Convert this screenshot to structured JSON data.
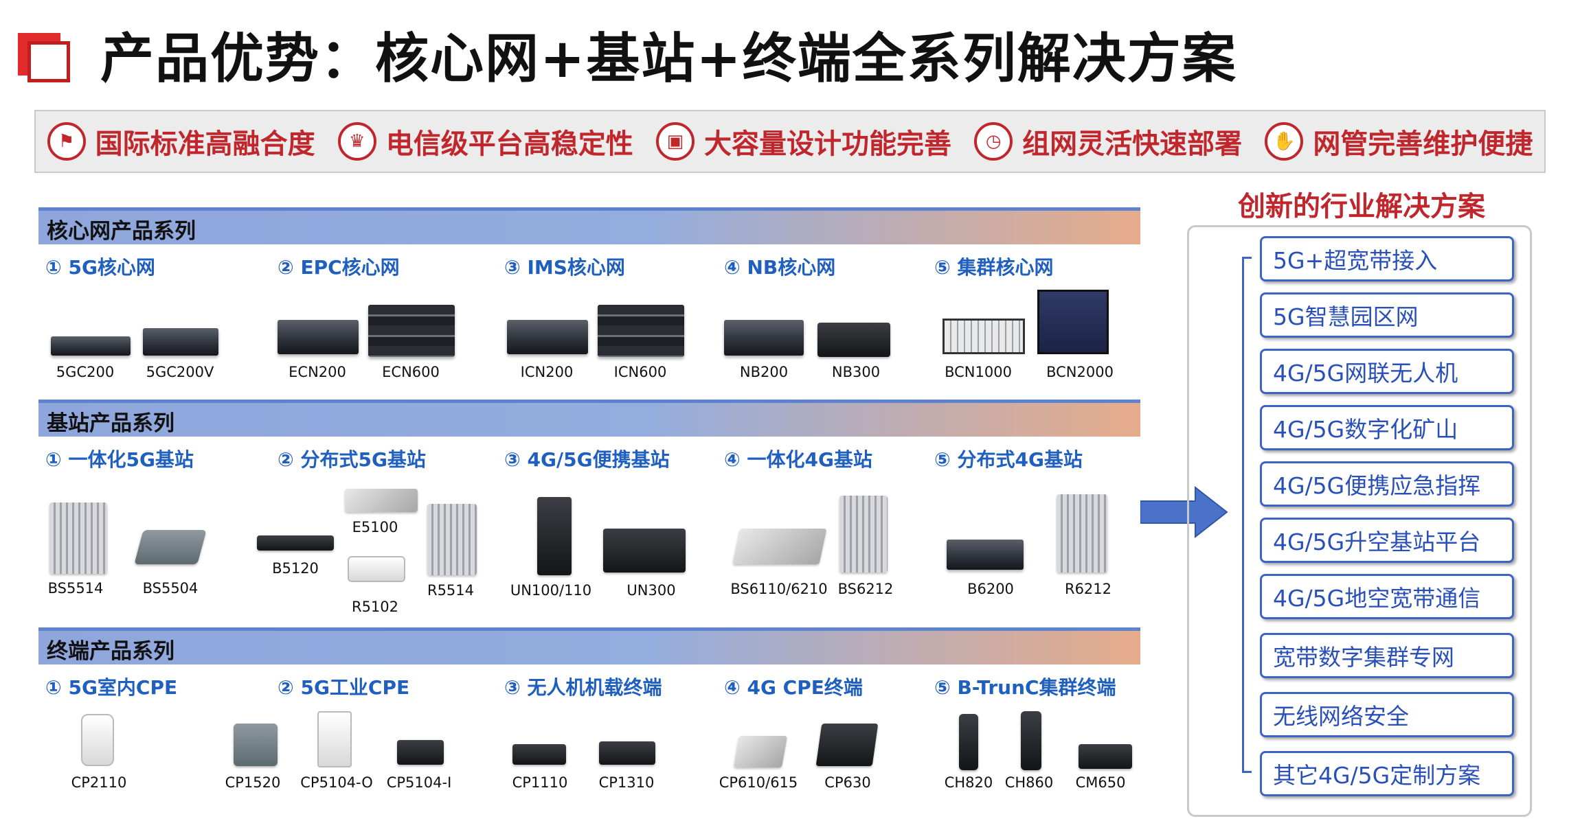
{
  "title": "产品优势：核心网+基站+终端全系列解决方案",
  "advantages": [
    {
      "icon": "flag-icon",
      "label": "国际标准高融合度"
    },
    {
      "icon": "trophy-icon",
      "label": "电信级平台高稳定性"
    },
    {
      "icon": "briefcase-icon",
      "label": "大容量设计功能完善"
    },
    {
      "icon": "stopwatch-icon",
      "label": "组网灵活快速部署"
    },
    {
      "icon": "thumbs-up-icon",
      "label": "网管完善维护便捷"
    }
  ],
  "series": [
    {
      "title": "核心网产品系列",
      "groups": [
        {
          "label": "① 5G核心网",
          "products": [
            "5GC200",
            "5GC200V"
          ]
        },
        {
          "label": "② EPC核心网",
          "products": [
            "ECN200",
            "ECN600"
          ]
        },
        {
          "label": "③ IMS核心网",
          "products": [
            "ICN200",
            "ICN600"
          ]
        },
        {
          "label": "④ NB核心网",
          "products": [
            "NB200",
            "NB300"
          ]
        },
        {
          "label": "⑤ 集群核心网",
          "products": [
            "BCN1000",
            "BCN2000"
          ]
        }
      ]
    },
    {
      "title": "基站产品系列",
      "groups": [
        {
          "label": "① 一体化5G基站",
          "products": [
            "BS5514",
            "BS5504"
          ]
        },
        {
          "label": "② 分布式5G基站",
          "products": [
            "B5120",
            "E5100",
            "R5102",
            "R5514"
          ]
        },
        {
          "label": "③ 4G/5G便携基站",
          "products": [
            "UN100/110",
            "UN300"
          ]
        },
        {
          "label": "④ 一体化4G基站",
          "products": [
            "BS6110/6210",
            "BS6212"
          ]
        },
        {
          "label": "⑤ 分布式4G基站",
          "products": [
            "B6200",
            "R6212"
          ]
        }
      ]
    },
    {
      "title": "终端产品系列",
      "groups": [
        {
          "label": "① 5G室内CPE",
          "products": [
            "CP2110"
          ]
        },
        {
          "label": "② 5G工业CPE",
          "products": [
            "CP1520",
            "CP5104-O",
            "CP5104-I"
          ]
        },
        {
          "label": "③ 无人机机载终端",
          "products": [
            "CP1110",
            "CP1310"
          ]
        },
        {
          "label": "④ 4G CPE终端",
          "products": [
            "CP610/615",
            "CP630"
          ]
        },
        {
          "label": "⑤ B-TrunC集群终端",
          "products": [
            "CH820",
            "CH860",
            "CM650"
          ]
        }
      ]
    }
  ],
  "solutions": {
    "title": "创新的行业解决方案",
    "items": [
      "5G+超宽带接入",
      "5G智慧园区网",
      "4G/5G网联无人机",
      "4G/5G数字化矿山",
      "4G/5G便携应急指挥",
      "4G/5G升空基站平台",
      "4G/5G地空宽带通信",
      "宽带数字集群专网",
      "无线网络安全",
      "其它4G/5G定制方案"
    ]
  }
}
